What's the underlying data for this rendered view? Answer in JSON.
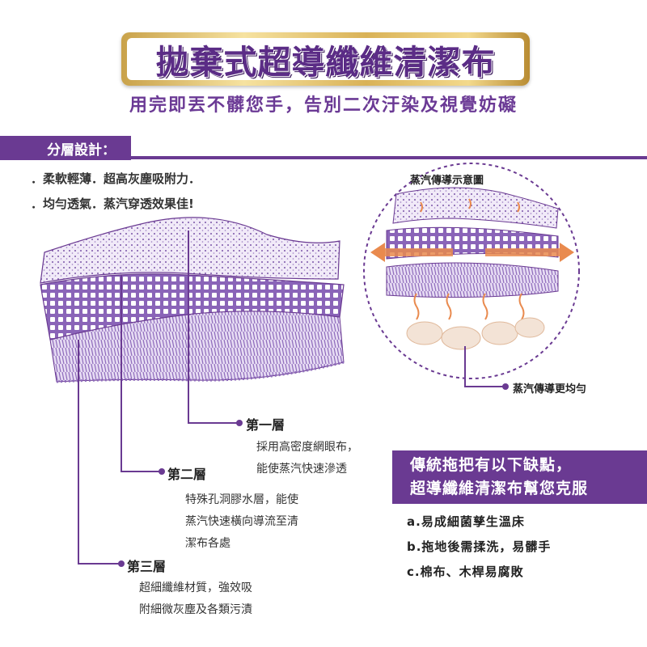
{
  "header": {
    "title": "拋棄式超導纖維清潔布",
    "subtitle": "用完即丟不髒您手，告別二次汙染及視覺妨礙"
  },
  "section": {
    "label": "分層設計：",
    "bullets": [
      "．柔軟輕薄．超高灰塵吸附力．",
      "．均勻透氣．蒸汽穿透效果佳!"
    ]
  },
  "steam_diagram": {
    "title": "蒸汽傳導示意圖",
    "result_label": "蒸汽傳導更均勻"
  },
  "layers": [
    {
      "name": "第一層",
      "desc": [
        "採用高密度網眼布，",
        "能使蒸汽快速滲透"
      ]
    },
    {
      "name": "第二層",
      "desc": [
        "特殊孔洞膠水層，能使",
        "蒸汽快速橫向導流至清",
        "潔布各處"
      ]
    },
    {
      "name": "第三層",
      "desc": [
        "超細纖維材質，強效吸",
        "附細微灰塵及各類污漬"
      ]
    }
  ],
  "callout": {
    "line1": "傳統拖把有以下缺點，",
    "line2": "超導纖維清潔布幫您克服",
    "items": [
      "a.易成細菌孳生溫床",
      "b.拖地後需揉洗，易髒手",
      "c.棉布、木桿易腐敗"
    ]
  },
  "colors": {
    "purple": "#6a3a92",
    "gold": "#d9b257",
    "lavender": "#b69ad6",
    "orange": "#e98a4e"
  }
}
